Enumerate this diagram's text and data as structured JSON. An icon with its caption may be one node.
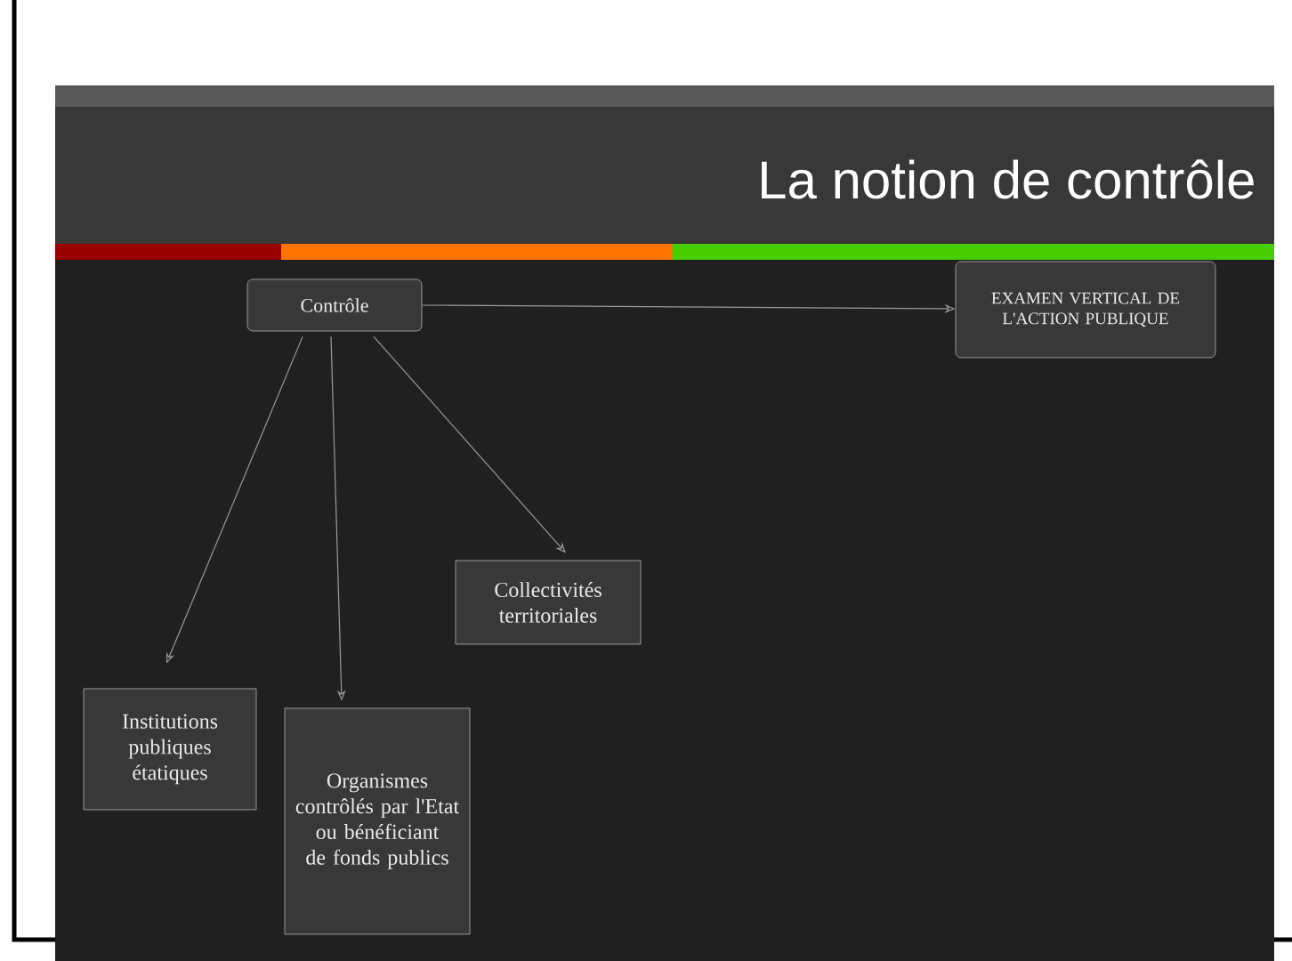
{
  "diagram": {
    "title": "La notion de contrôle",
    "nodes": [
      {
        "text": [
          "Contrôle"
        ]
      },
      {
        "text": [
          "EXAMEN VERTICAL DE L'ACTION PUBLIQUE"
        ]
      },
      {
        "text": [
          "Collectivités territoriales"
        ]
      },
      {
        "text": [
          "Institutions publiques étatiques"
        ]
      },
      {
        "text": [
          "Organismes contrôlés par l'Etat ou bénéficiant de fonds publics"
        ]
      }
    ],
    "edges": [
      {
        "from": 0,
        "to": 1,
        "arrow": "to"
      },
      {
        "from": 0,
        "to": 3,
        "arrow": "to"
      },
      {
        "from": 0,
        "to": 4,
        "arrow": "to"
      },
      {
        "from": 0,
        "to": 2,
        "arrow": "to"
      }
    ]
  }
}
